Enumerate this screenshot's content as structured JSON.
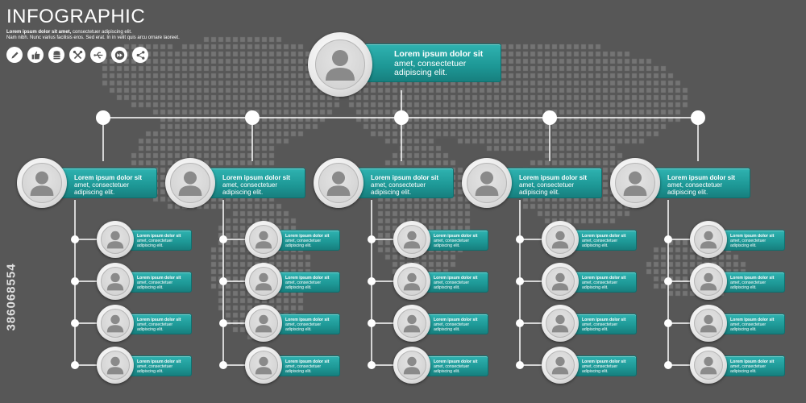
{
  "header": {
    "title": "INFOGRAPHIC",
    "line1_bold": "Lorem ipsum dolor sit amet,",
    "line1_rest": " consectetuer adipiscing elit.",
    "line2": "Nam nibh. Nunc varius facilisis eros. Sed erat. In in velit quis arcu ornare laoreet."
  },
  "icons": [
    "pen-icon",
    "thumbs-up-icon",
    "database-icon",
    "tools-icon",
    "usb-icon",
    "fast-forward-icon",
    "share-icon"
  ],
  "stock_id": "386068554",
  "colors": {
    "background": "#575757",
    "teal": "#1d9795",
    "line": "#ffffff"
  },
  "node_text": {
    "line1": "Lorem ipsum dolor sit",
    "line2": "amet, consectetuer",
    "line3": "adipiscing elit."
  },
  "org": {
    "root": {
      "line1": "Lorem ipsum dolor sit",
      "line2": "amet, consectetuer",
      "line3": "adipiscing elit."
    },
    "managers": [
      {
        "line1": "Lorem ipsum dolor sit",
        "line2": "amet, consectetuer",
        "line3": "adipiscing elit.",
        "reports": 4
      },
      {
        "line1": "Lorem ipsum dolor sit",
        "line2": "amet, consectetuer",
        "line3": "adipiscing elit.",
        "reports": 4
      },
      {
        "line1": "Lorem ipsum dolor sit",
        "line2": "amet, consectetuer",
        "line3": "adipiscing elit.",
        "reports": 4
      },
      {
        "line1": "Lorem ipsum dolor sit",
        "line2": "amet, consectetuer",
        "line3": "adipiscing elit.",
        "reports": 4
      },
      {
        "line1": "Lorem ipsum dolor sit",
        "line2": "amet, consectetuer",
        "line3": "adipiscing elit.",
        "reports": 4
      }
    ]
  }
}
